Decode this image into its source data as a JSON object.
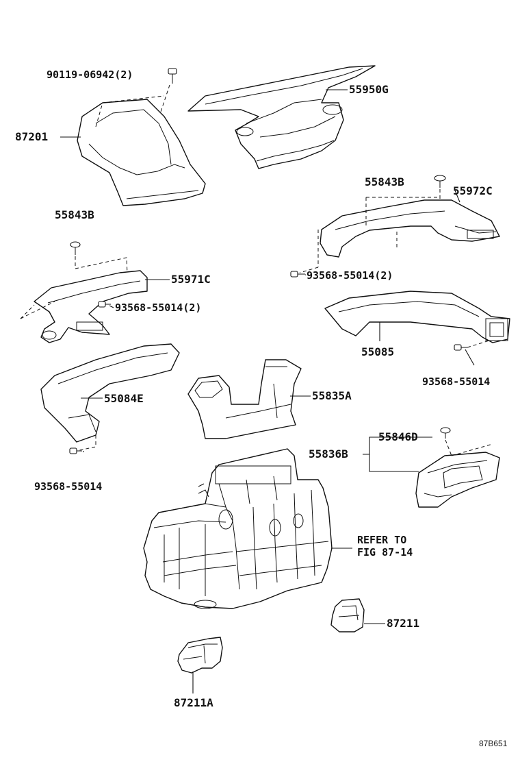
{
  "labels": {
    "p_9011906942": "90119-06942(2)",
    "p_87201": "87201",
    "p_55950g": "55950G",
    "p_55843b_right": "55843B",
    "p_55972c": "55972C",
    "p_55843b_left": "55843B",
    "p_93568_55014_2_right": "93568-55014(2)",
    "p_55971c": "55971C",
    "p_93568_55014_2_left": "93568-55014(2)",
    "p_55085": "55085",
    "p_93568_55014_right": "93568-55014",
    "p_55084e": "55084E",
    "p_55835a": "55835A",
    "p_55846d": "55846D",
    "p_55836b": "55836B",
    "p_93568_55014_left": "93568-55014",
    "refer_line1": "REFER TO",
    "refer_line2": "FIG 87-14",
    "p_87211": "87211",
    "p_87211a": "87211A"
  },
  "figure_code": "87B651"
}
